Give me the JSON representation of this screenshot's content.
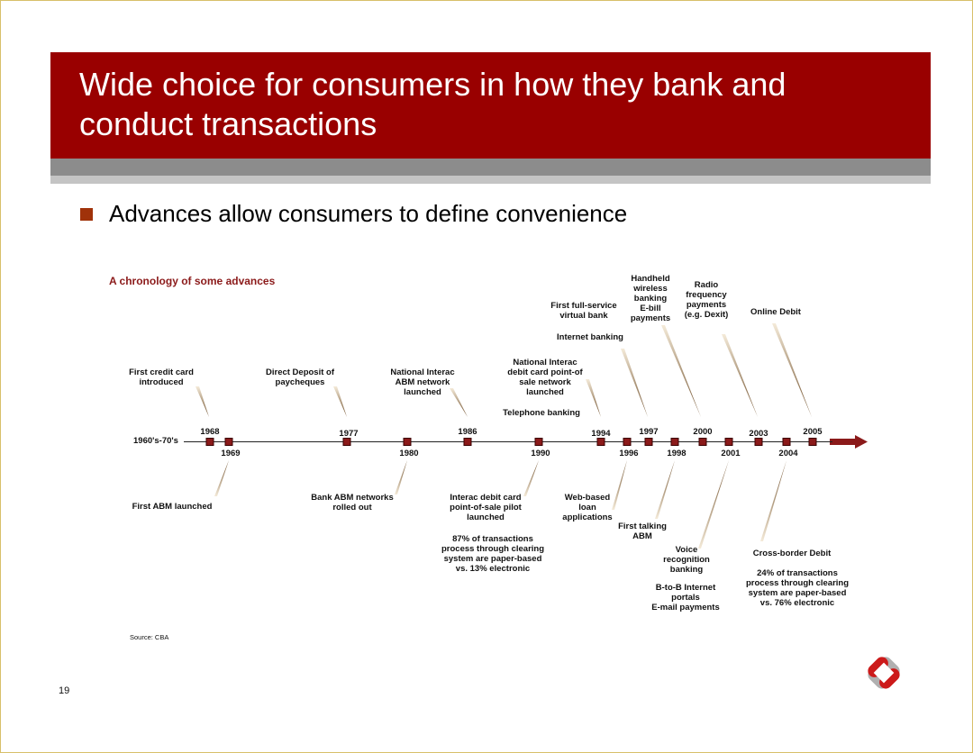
{
  "slide": {
    "title": "Wide choice for consumers in how they bank and conduct transactions",
    "bullet": "Advances allow consumers to define convenience",
    "source": "Source: CBA",
    "page_number": "19"
  },
  "colors": {
    "title_bar": "#990000",
    "band": "#8c8c8c",
    "marker": "#8b1a1a",
    "chronology_title": "#8b1a1a"
  },
  "timeline": {
    "title": "A chronology of some advances",
    "start_label": "1960's-70's",
    "years_above": [
      "1968",
      "1977",
      "1986",
      "1994",
      "1997",
      "2000",
      "2003",
      "2005"
    ],
    "years_below": [
      "1969",
      "1980",
      "1990",
      "1996",
      "1998",
      "2001",
      "2004"
    ],
    "events_above": {
      "e1968": "First credit card\nintroduced",
      "e1977": "Direct Deposit of\npaycheques",
      "e1986": "National Interac\nABM network\nlaunched",
      "e1994a": "National Interac\ndebit card point-of\nsale network\nlaunched",
      "e1994b": "Telephone banking",
      "e1997a": "First full-service\nvirtual bank",
      "e1997b": "Internet banking",
      "e2000": "Handheld\nwireless\nbanking\nE-bill\npayments",
      "e2003": "Radio\nfrequency\npayments\n(e.g. Dexit)",
      "e2005": "Online Debit"
    },
    "events_below": {
      "e1969": "First ABM launched",
      "e1980": "Bank ABM networks\nrolled out",
      "e1990a": "Interac debit card\npoint-of-sale pilot\nlaunched",
      "e1990b": "87% of transactions\nprocess through clearing\nsystem are paper-based\nvs. 13% electronic",
      "e1996": "Web-based\nloan\napplications",
      "e1998": "First talking\nABM",
      "e2001a": "Voice\nrecognition\nbanking",
      "e2001b": "B-to-B Internet\nportals\nE-mail payments",
      "e2004a": "Cross-border Debit",
      "e2004b": "24% of transactions\nprocess through clearing\nsystem are paper-based\nvs. 76% electronic"
    }
  }
}
